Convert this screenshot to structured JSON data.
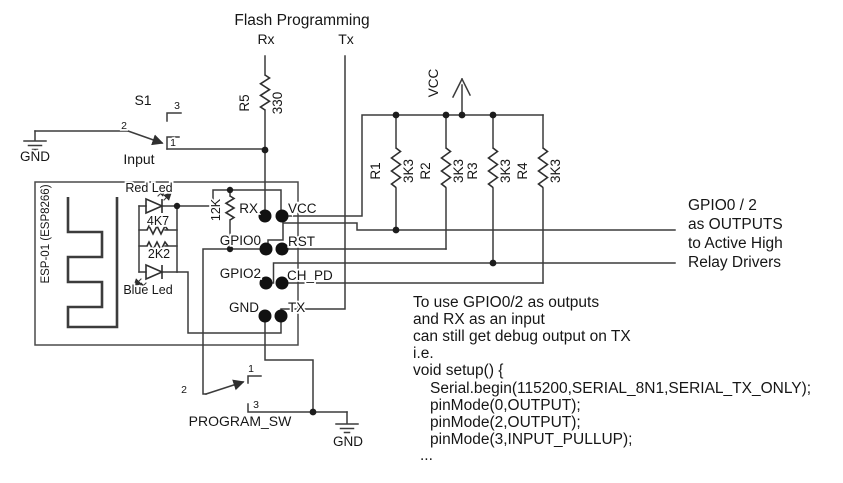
{
  "colors": {
    "line": "#3c3c3c",
    "text": "#161616",
    "background": "#ffffff"
  },
  "flash_header": {
    "title": "Flash Programming",
    "rx": "Rx",
    "tx": "Tx"
  },
  "input_switch": {
    "name": "S1",
    "pin1": "1",
    "pin2": "2",
    "pin3": "3",
    "gnd_label": "GND",
    "signal_label": "Input"
  },
  "module": {
    "name": "ESP-01 (ESP8266)",
    "red_led_label": "Red Led",
    "blue_led_label": "Blue Led",
    "red_led_resistor": "4K7",
    "blue_led_resistor": "2K2",
    "pullup_12k": "12K",
    "pins": {
      "rx": "RX",
      "vcc": "VCC",
      "gpio0": "GPIO0",
      "rst": "RST",
      "gpio2": "GPIO2",
      "ch_pd": "CH_PD",
      "gnd": "GND",
      "tx": "TX"
    }
  },
  "series_resistor": {
    "name": "R5",
    "value": "330"
  },
  "pullups": {
    "rail_label": "VCC",
    "r1": {
      "name": "R1",
      "value": "3K3"
    },
    "r2": {
      "name": "R2",
      "value": "3K3"
    },
    "r3": {
      "name": "R3",
      "value": "3K3"
    },
    "r4": {
      "name": "R4",
      "value": "3K3"
    }
  },
  "program_switch": {
    "name": "PROGRAM_SW",
    "pin1": "1",
    "pin2": "2",
    "pin3": "3",
    "gnd_label": "GND"
  },
  "annotations": {
    "gpio_note": [
      "GPIO0 / 2",
      "as OUTPUTS",
      "to Active High",
      "Relay Drivers"
    ],
    "code_note": [
      "To use GPIO0/2 as outputs",
      "and RX as an input",
      "can still get debug output on TX",
      "i.e.",
      "void setup() {",
      "Serial.begin(115200,SERIAL_8N1,SERIAL_TX_ONLY);",
      "pinMode(0,OUTPUT);",
      "pinMode(2,OUTPUT);",
      "pinMode(3,INPUT_PULLUP);",
      "..."
    ]
  }
}
